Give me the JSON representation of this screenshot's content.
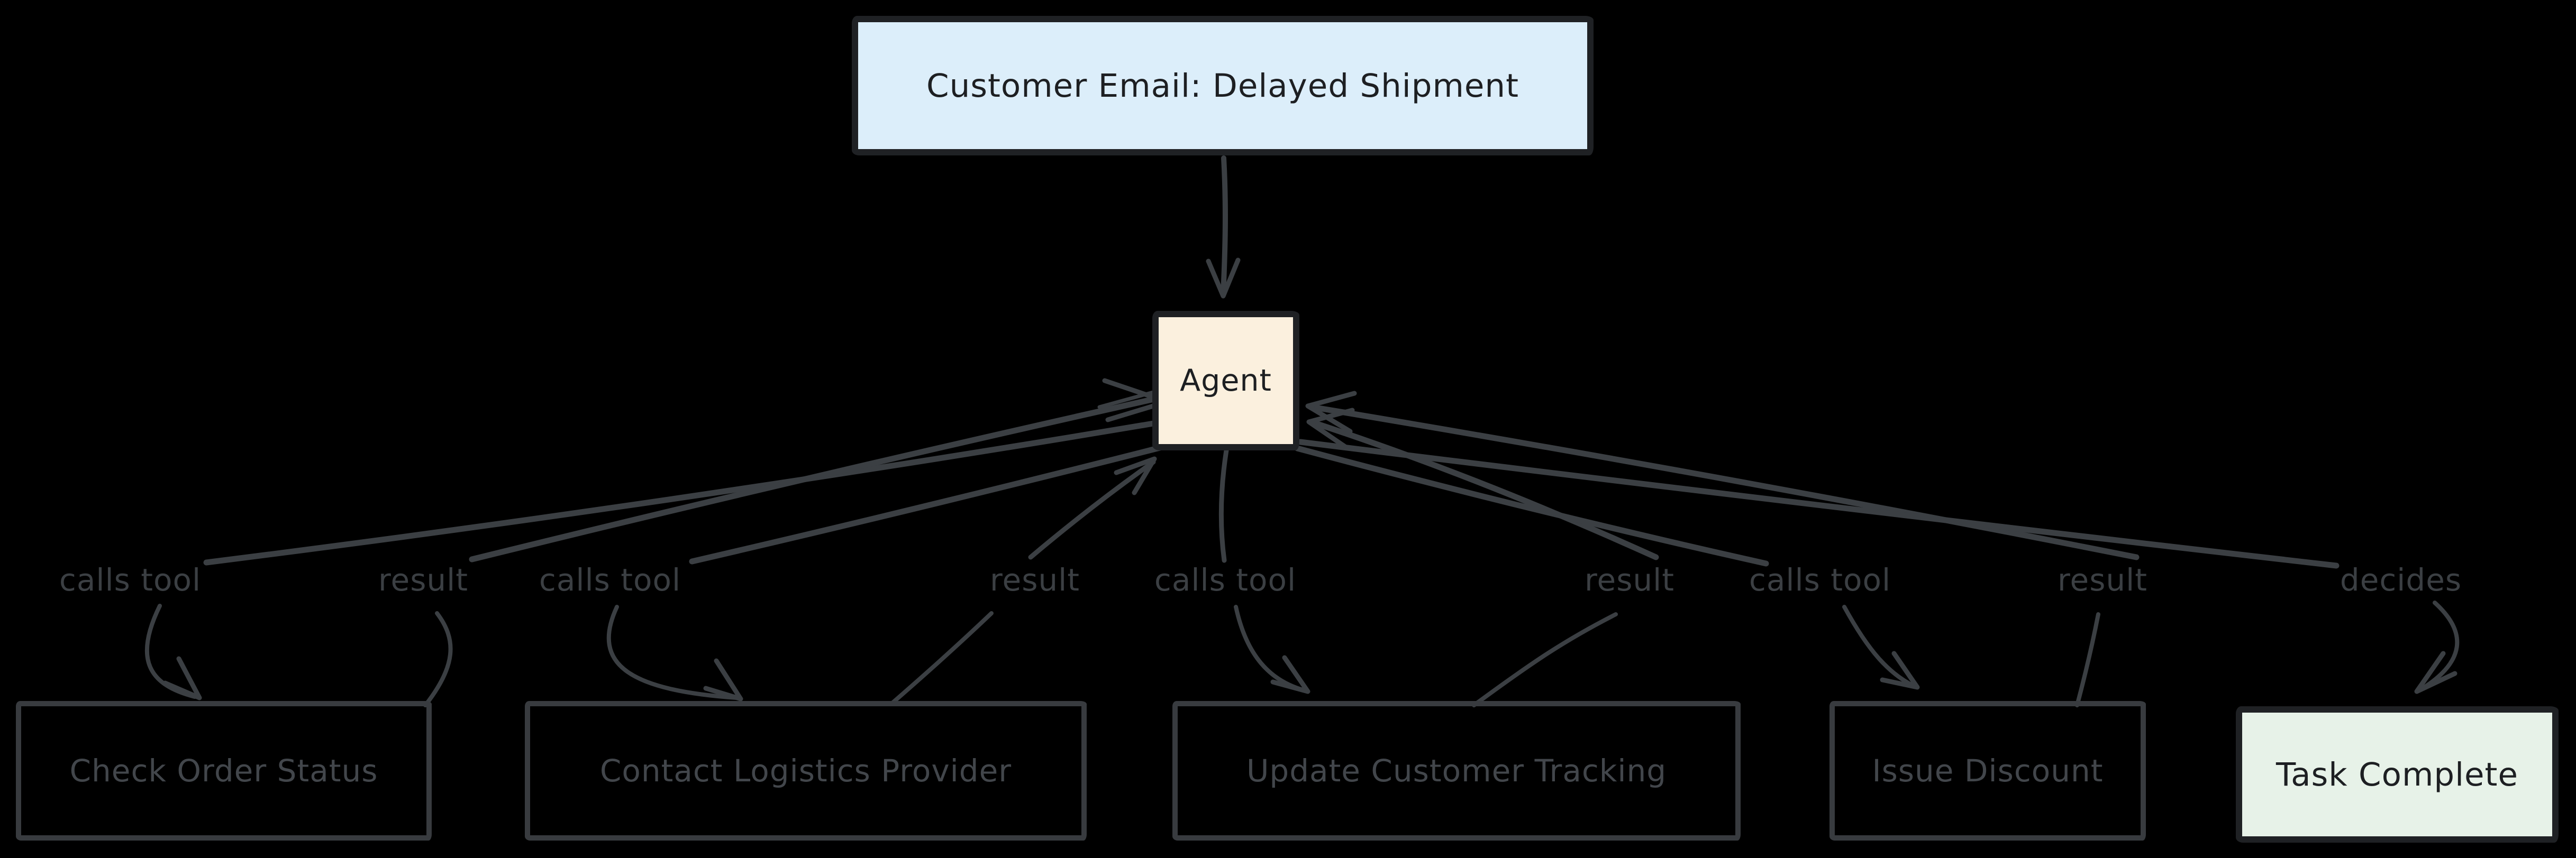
{
  "diagram": {
    "nodes": {
      "email": {
        "label": "Customer Email: Delayed Shipment",
        "fill": "#dceefa"
      },
      "agent": {
        "label": "Agent",
        "fill": "#fbf0de"
      },
      "tools": [
        {
          "label": "Check Order Status"
        },
        {
          "label": "Contact Logistics Provider"
        },
        {
          "label": "Update Customer Tracking"
        },
        {
          "label": "Issue Discount"
        }
      ],
      "task_complete": {
        "label": "Task Complete",
        "fill": "#e7f2e8"
      }
    },
    "edge_labels": [
      {
        "id": "calls-tool-1",
        "text": "calls tool"
      },
      {
        "id": "result-1",
        "text": "result"
      },
      {
        "id": "calls-tool-2",
        "text": "calls tool"
      },
      {
        "id": "result-2",
        "text": "result"
      },
      {
        "id": "calls-tool-3",
        "text": "calls tool"
      },
      {
        "id": "result-3",
        "text": "result"
      },
      {
        "id": "calls-tool-4",
        "text": "calls tool"
      },
      {
        "id": "result-4",
        "text": "result"
      },
      {
        "id": "decides",
        "text": "decides"
      }
    ],
    "colors": {
      "background": "#000000",
      "arrow": "#3b3f43",
      "tool_box_border": "#383b3f",
      "tool_box_text": "#42464b",
      "light_box_border": "#1f2124",
      "light_box_text": "#1d1f22"
    }
  }
}
